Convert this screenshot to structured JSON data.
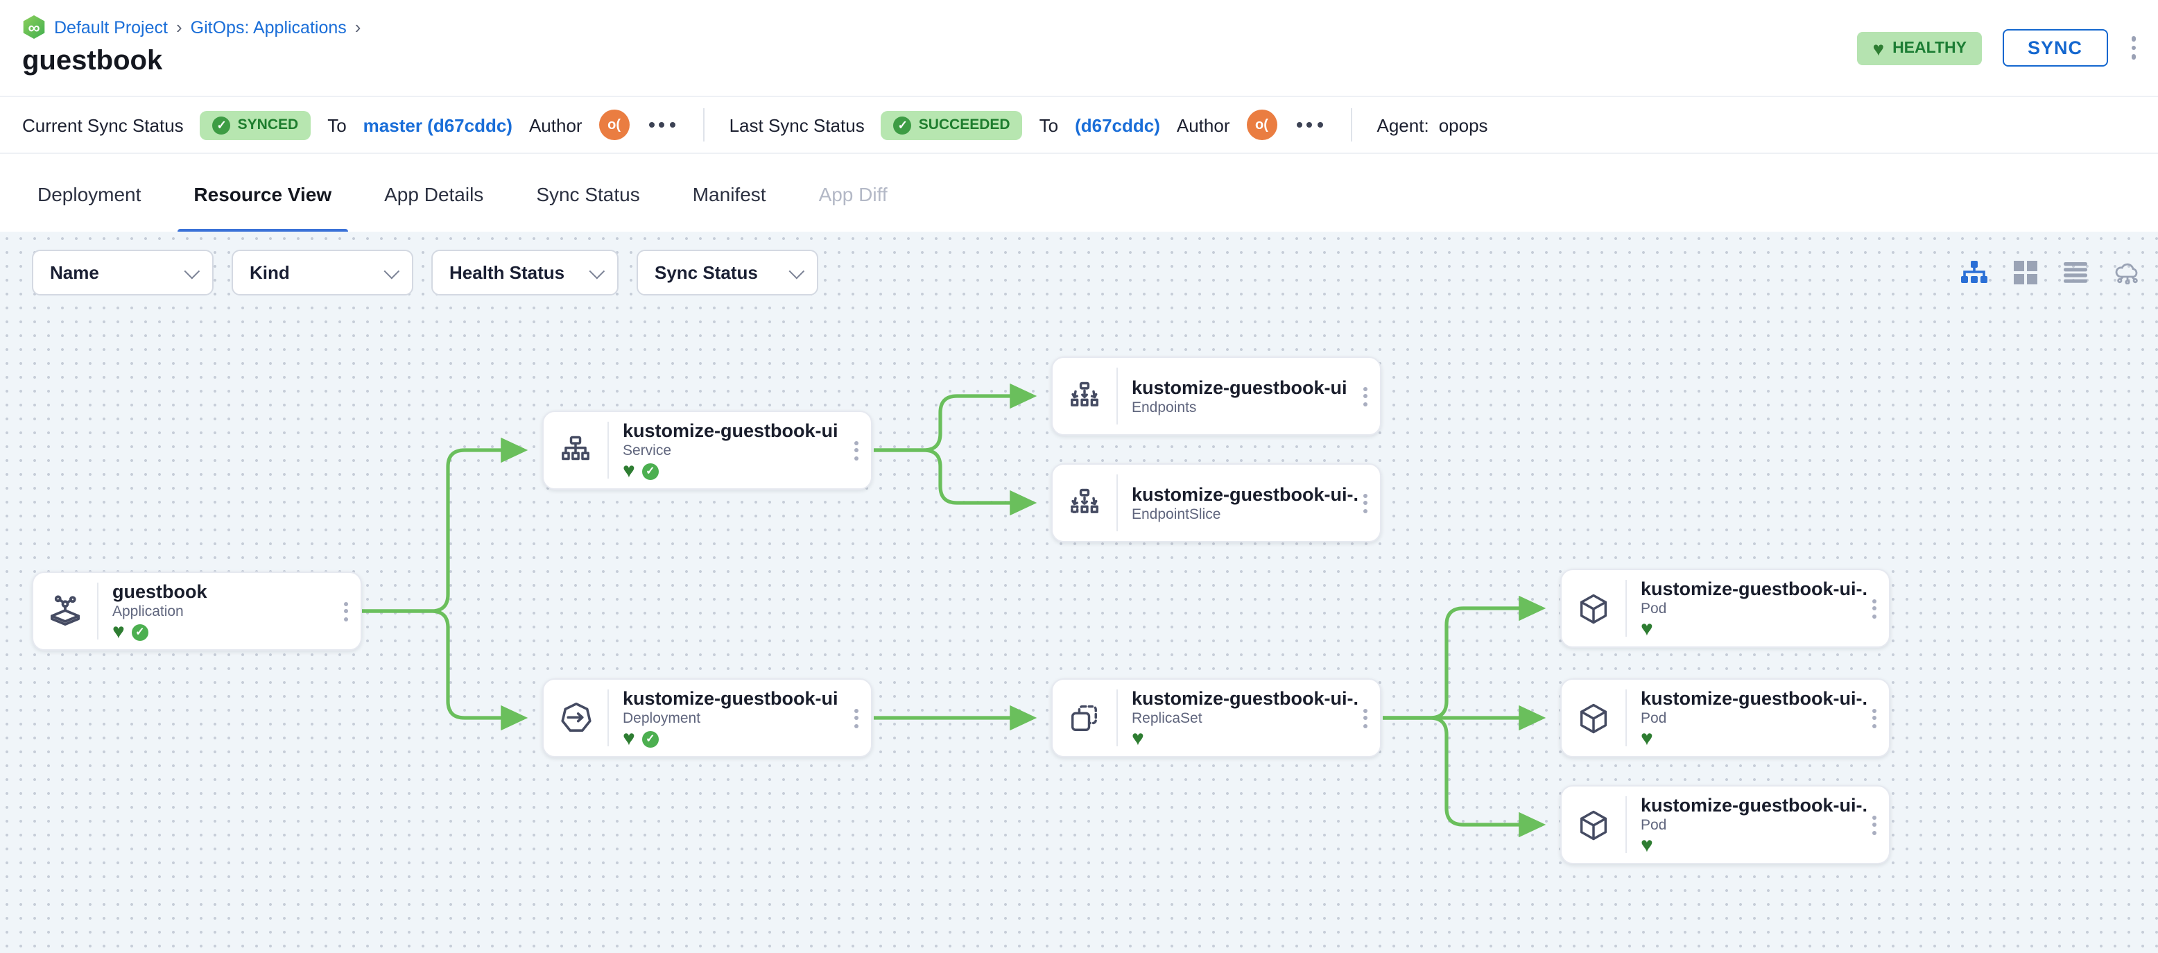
{
  "colors": {
    "accent_blue": "#1467cf",
    "link_blue": "#1a6ed8",
    "tab_underline": "#3b72d8",
    "edge_green": "#6abf5c",
    "healthy_heart_green": "#2e7d32",
    "synced_check_green": "#4caf50",
    "badge_bg_green": "#b7e6b0",
    "badge_text_green": "#1e7d2e",
    "avatar_orange": "#ea7d41",
    "graph_bg": "#f0f5f9"
  },
  "breadcrumb": {
    "project_icon": "gitops-infinity-icon",
    "infinity_glyph": "∞",
    "items": [
      "Default Project",
      "GitOps: Applications"
    ],
    "separator": "›"
  },
  "header": {
    "title": "guestbook",
    "health_badge": "HEALTHY",
    "sync_button": "SYNC"
  },
  "statusbar": {
    "current_label": "Current Sync Status",
    "current_badge": "SYNCED",
    "current_to_label": "To",
    "current_target": "master (d67cddc)",
    "author_label": "Author",
    "author_initials": "o(",
    "last_label": "Last Sync Status",
    "last_badge": "SUCCEEDED",
    "last_to_label": "To",
    "last_target": "(d67cddc)",
    "author2_label": "Author",
    "author2_initials": "o(",
    "agent_label": "Agent:",
    "agent_value": "opops"
  },
  "tabs": [
    {
      "label": "Deployment",
      "state": "normal"
    },
    {
      "label": "Resource View",
      "state": "active"
    },
    {
      "label": "App Details",
      "state": "normal"
    },
    {
      "label": "Sync Status",
      "state": "normal"
    },
    {
      "label": "Manifest",
      "state": "normal"
    },
    {
      "label": "App Diff",
      "state": "disabled"
    }
  ],
  "filters": [
    {
      "label": "Name"
    },
    {
      "label": "Kind"
    },
    {
      "label": "Health Status"
    },
    {
      "label": "Sync Status"
    }
  ],
  "view_toggles": [
    {
      "name": "hierarchy-view",
      "active": true
    },
    {
      "name": "grid-view",
      "active": false
    },
    {
      "name": "list-view",
      "active": false
    },
    {
      "name": "cloud-view",
      "active": false
    }
  ],
  "graph": {
    "nodes": [
      {
        "title": "guestbook",
        "kind": "Application",
        "healthy": true,
        "synced": true
      },
      {
        "title": "kustomize-guestbook-ui",
        "kind": "Service",
        "healthy": true,
        "synced": true
      },
      {
        "title": "kustomize-guestbook-ui",
        "kind": "Endpoints",
        "healthy": false,
        "synced": false
      },
      {
        "title": "kustomize-guestbook-ui-...",
        "kind": "EndpointSlice",
        "healthy": false,
        "synced": false
      },
      {
        "title": "kustomize-guestbook-ui",
        "kind": "Deployment",
        "healthy": true,
        "synced": true
      },
      {
        "title": "kustomize-guestbook-ui-...",
        "kind": "ReplicaSet",
        "healthy": true,
        "synced": false
      },
      {
        "title": "kustomize-guestbook-ui-...",
        "kind": "Pod",
        "healthy": true,
        "synced": false
      },
      {
        "title": "kustomize-guestbook-ui-...",
        "kind": "Pod",
        "healthy": true,
        "synced": false
      },
      {
        "title": "kustomize-guestbook-ui-...",
        "kind": "Pod",
        "healthy": true,
        "synced": false
      }
    ],
    "edges": [
      {
        "from": "guestbook/Application",
        "to": "kustomize-guestbook-ui/Service"
      },
      {
        "from": "guestbook/Application",
        "to": "kustomize-guestbook-ui/Deployment"
      },
      {
        "from": "kustomize-guestbook-ui/Service",
        "to": "kustomize-guestbook-ui/Endpoints"
      },
      {
        "from": "kustomize-guestbook-ui/Service",
        "to": "kustomize-guestbook-ui-.../EndpointSlice"
      },
      {
        "from": "kustomize-guestbook-ui/Deployment",
        "to": "kustomize-guestbook-ui-.../ReplicaSet"
      },
      {
        "from": "kustomize-guestbook-ui-.../ReplicaSet",
        "to": "kustomize-guestbook-ui-.../Pod-1"
      },
      {
        "from": "kustomize-guestbook-ui-.../ReplicaSet",
        "to": "kustomize-guestbook-ui-.../Pod-2"
      },
      {
        "from": "kustomize-guestbook-ui-.../ReplicaSet",
        "to": "kustomize-guestbook-ui-.../Pod-3"
      }
    ]
  }
}
